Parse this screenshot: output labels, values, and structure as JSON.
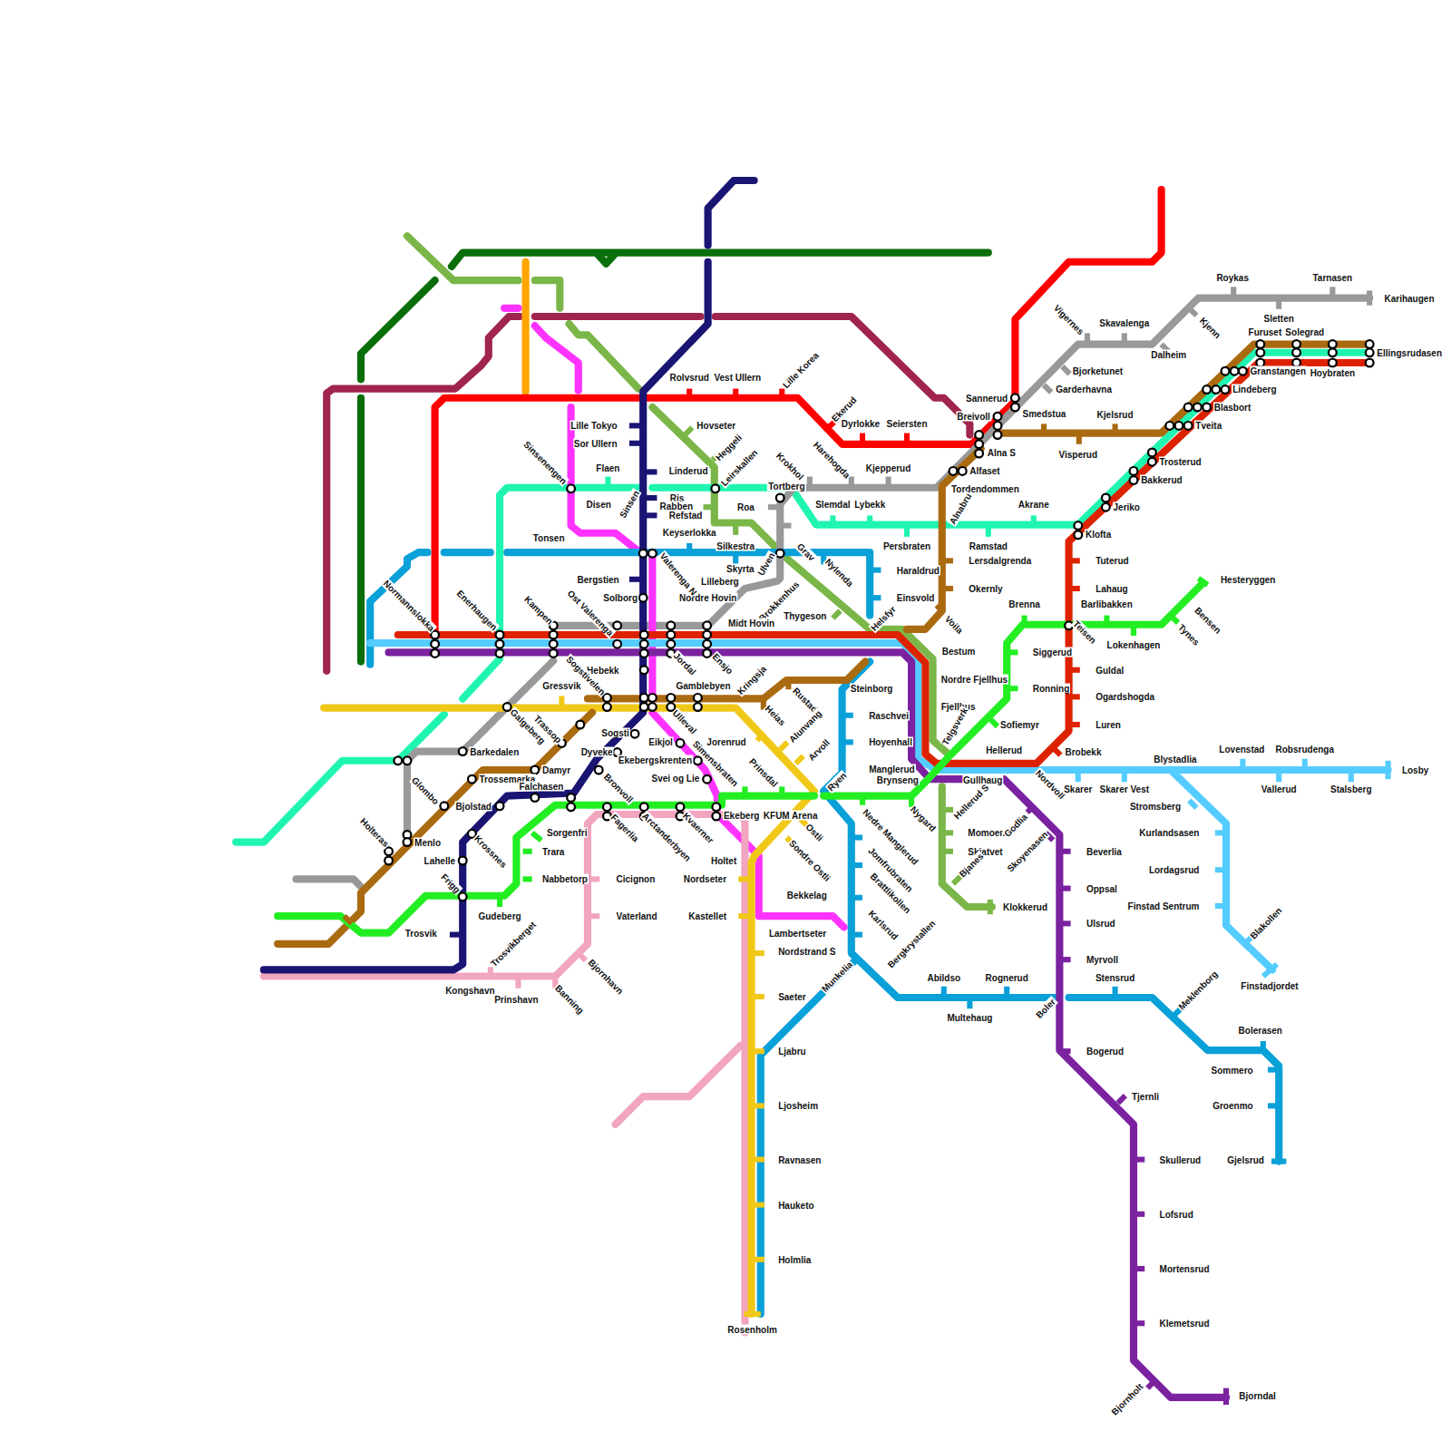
{
  "diagram": {
    "labels": [
      "Rolvsrud",
      "Vest Ullern",
      "Lille Korea",
      "Ekerud",
      "Dyrlokke",
      "Seiersten",
      "Lille Tokyo",
      "Sor Ullern",
      "Hovseter",
      "Heggeli",
      "Linderud",
      "Leirskallen",
      "Krokhol",
      "Harehogda",
      "Kjepperud",
      "Sinsenengen",
      "Flaen",
      "Sinsen",
      "Ris",
      "Rabben",
      "Refstad",
      "Roa",
      "Tortberg",
      "Slemdal",
      "Lybekk",
      "Disen",
      "Tonsen",
      "Keyserlokka",
      "Silkestra",
      "Persbraten",
      "Akrane",
      "Ramstad",
      "Klofta",
      "Jeriko",
      "Bakkerud",
      "Trosterud",
      "Tveita",
      "Blasbort",
      "Lindeberg",
      "Granstangen",
      "Hoybraten",
      "Ellingsrudasen",
      "Furuset",
      "Solegrad",
      "Sletten",
      "Roykas",
      "Tarnasen",
      "Karihaugen",
      "Kjenn",
      "Dalheim",
      "Skavalenga",
      "Vigernes",
      "Bjorketunet",
      "Garderhavna",
      "Sannerud",
      "Smedstua",
      "Breivoll",
      "Kjelsrud",
      "Visperud",
      "Alna S",
      "Alfaset",
      "Tordendommen",
      "Alnabru",
      "Lersdalgrenda",
      "Okernly",
      "Voila",
      "Bestum",
      "Nordre Fjellhus",
      "Fjellhus",
      "Telgsverk",
      "Haraldrud",
      "Einsvold",
      "Nylenda",
      "Grav",
      "Ulven",
      "Skyrta",
      "Lilleberg",
      "Brokkenhus",
      "Nordre Hovin",
      "Thygeson",
      "Helsfyr",
      "Midt Hovin",
      "Solborg",
      "Bergstien",
      "Valerenga N",
      "Normannslokka",
      "Enerhaugen",
      "Kampen",
      "Ost Valerenga",
      "Jordal",
      "Ensjo",
      "Hebekk",
      "Sogstivelen",
      "Gressvik",
      "Kringsja",
      "Gamblebyen",
      "Rustad",
      "Steinborg",
      "Heias",
      "Alunvang",
      "Raschvei",
      "Hoyenhall",
      "Manglerud",
      "Arvoll",
      "Jorenrud",
      "Prinsdal",
      "Ulleval",
      "Sogsti",
      "Eikjol",
      "Dyveke",
      "Ekebergskrenten",
      "Simensbraten",
      "Svei og Lie",
      "Galgeberg",
      "Trassop",
      "Damyr",
      "Trossemarka",
      "Falchasen",
      "Barkedalen",
      "Glombo",
      "Bjolstad",
      "Krossnes",
      "Menlo",
      "Holteras",
      "Lahelle",
      "Frigg",
      "Gudeberg",
      "Trosvik",
      "Trosvikberget",
      "Kongshavn",
      "Prinshavn",
      "Banning",
      "Bjornhavn",
      "Cicignon",
      "Vaterland",
      "Sorgenfri",
      "Trara",
      "Nabbetorp",
      "Bronvoll",
      "Fagerlia",
      "Arctanderbyen",
      "Kvaerner",
      "Ekeberg",
      "KFUM Arena",
      "Holtet",
      "Nordseter",
      "Kastellet",
      "Bekkelag",
      "Lambertseter",
      "Nordstrand S",
      "Saeter",
      "Ljabru",
      "Ljosheim",
      "Ravnasen",
      "Hauketo",
      "Holmlia",
      "Rosenholm",
      "Ryen",
      "Brynseng",
      "Ostli",
      "Sondre Ostli",
      "Nedre Manglerud",
      "Jomfrubraten",
      "Brattlikollen",
      "Karlsrud",
      "Bergkrystallen",
      "Munkelia",
      "Abildso",
      "Multehaug",
      "Rognerud",
      "Boler",
      "Stensrud",
      "Meklenborg",
      "Bolerasen",
      "Sommero",
      "Groenmo",
      "Gjelsrud",
      "Nygard",
      "Momoen",
      "Skjatvet",
      "Bjanes",
      "Klokkerud",
      "Hellerud",
      "Gullhaug",
      "Hellerud S",
      "Godlia",
      "Skoyenasen",
      "Nordvoll",
      "Beverlia",
      "Oppsal",
      "Ulsrud",
      "Myrvoll",
      "Bogerud",
      "Tjernli",
      "Skullerud",
      "Lofsrud",
      "Mortensrud",
      "Klemetsrud",
      "Bjornholt",
      "Bjorndal",
      "Brobekk",
      "Skarer",
      "Skarer Vest",
      "Blystadlia",
      "Lovenstad",
      "Robsrudenga",
      "Losby",
      "Vallerud",
      "Stalsberg",
      "Stromsberg",
      "Kurlandsasen",
      "Lordagsrud",
      "Finstad Sentrum",
      "Blakollen",
      "Finstadjordet",
      "Sofiemyr",
      "Ronning",
      "Siggerud",
      "Brenna",
      "Teisen",
      "Tuterud",
      "Lahaug",
      "Barlibakken",
      "Lokenhagen",
      "Guldal",
      "Ogardshogda",
      "Luren",
      "Hesteryggen",
      "Bensen",
      "Tynes"
    ]
  }
}
